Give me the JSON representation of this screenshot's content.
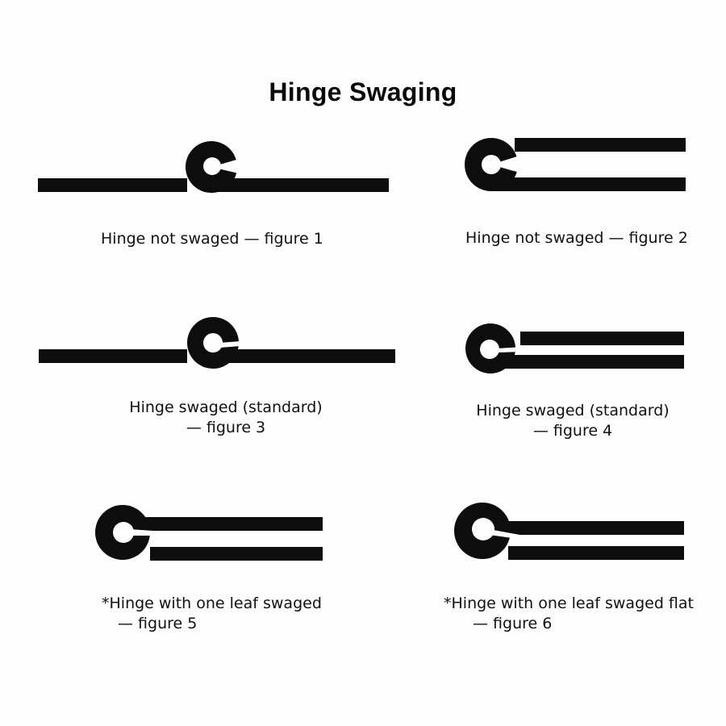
{
  "title": "Hinge Swaging",
  "colors": {
    "ink": "#0d0d0d",
    "paper": "#fdfdfd"
  },
  "figures": [
    {
      "id": 1,
      "caption_lines": [
        "Hinge not swaged — figure 1"
      ]
    },
    {
      "id": 2,
      "caption_lines": [
        "Hinge not swaged — figure 2"
      ]
    },
    {
      "id": 3,
      "caption_lines": [
        "Hinge swaged (standard)",
        "— figure 3"
      ]
    },
    {
      "id": 4,
      "caption_lines": [
        "Hinge swaged (standard)",
        "— figure 4"
      ]
    },
    {
      "id": 5,
      "caption_lines": [
        "*Hinge with one leaf swaged",
        "— figure 5"
      ]
    },
    {
      "id": 6,
      "caption_lines": [
        "*Hinge with one leaf swaged flat",
        "— figure 6"
      ]
    }
  ]
}
